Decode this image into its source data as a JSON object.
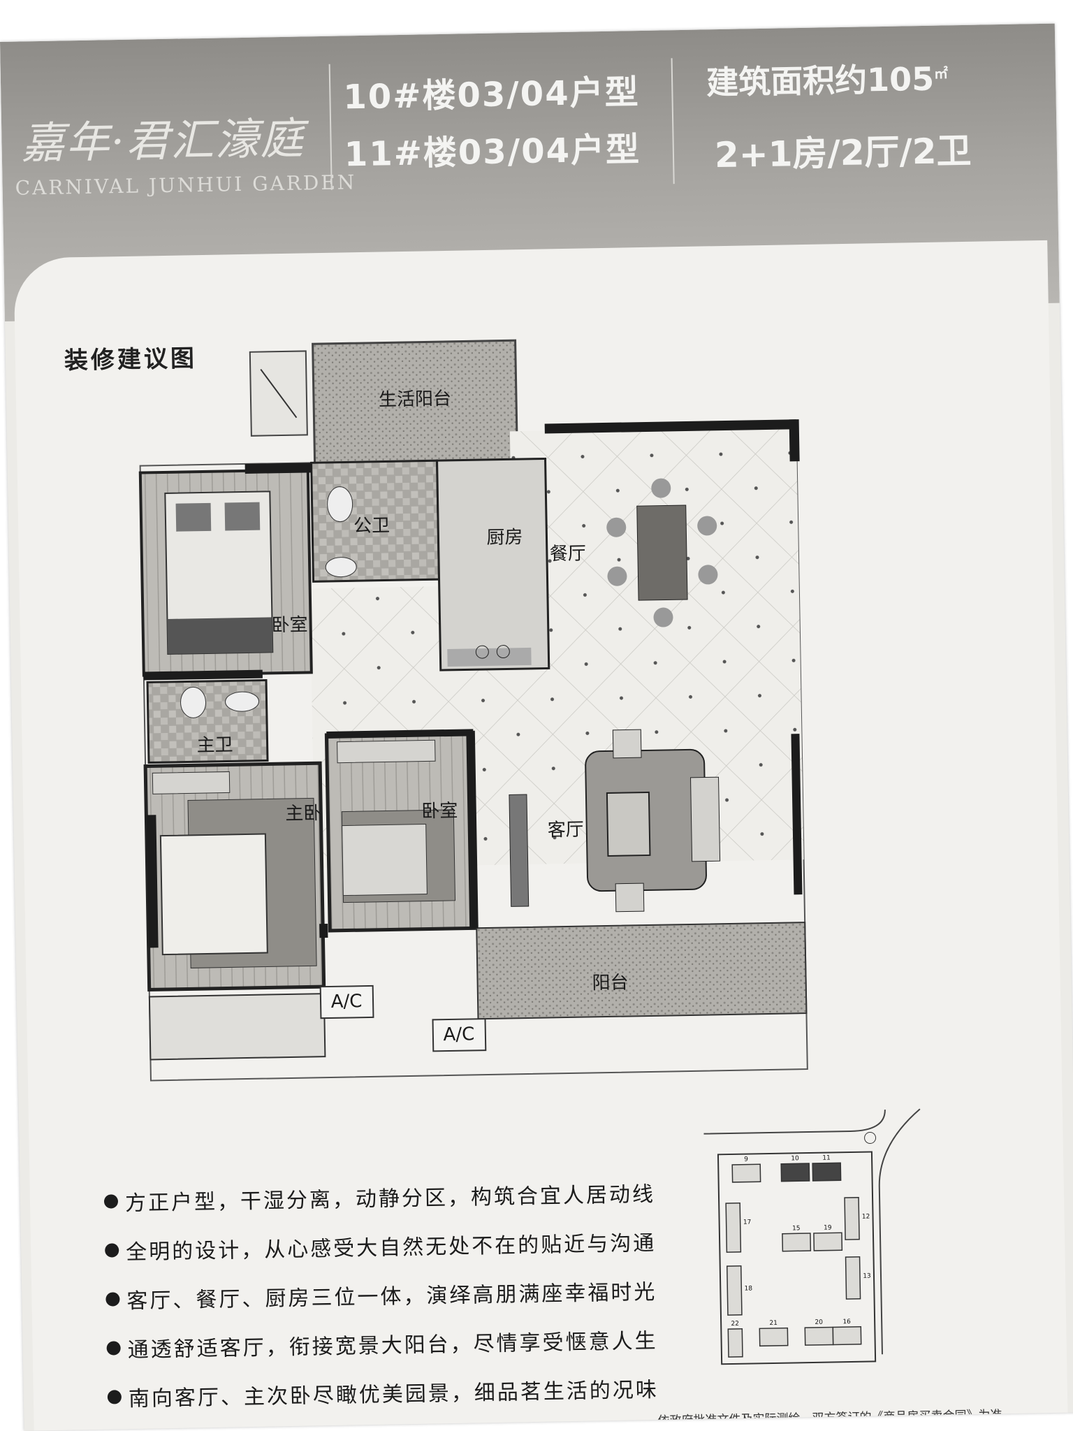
{
  "header": {
    "logo_cn": "嘉年·君汇濠庭",
    "logo_en": "CARNIVAL JUNHUI GARDEN",
    "model_line1": "10#楼03/04户型",
    "model_line2": "11#楼03/04户型",
    "area": "建筑面积约105",
    "area_unit": "㎡",
    "rooms": "2+1房/2厅/2卫"
  },
  "section_title": "装修建议图",
  "rooms": {
    "balcony_service": "生活阳台",
    "public_bath": "公卫",
    "kitchen": "厨房",
    "dining": "餐厅",
    "bedroom_nw": "卧室",
    "master_bath": "主卫",
    "master_bedroom": "主卧",
    "bedroom_center": "卧室",
    "living": "客厅",
    "balcony": "阳台",
    "ac1": "A/C",
    "ac2": "A/C"
  },
  "features": [
    "方正户型，干湿分离，动静分区，构筑合宜人居动线",
    "全明的设计，从心感受大自然无处不在的贴近与沟通",
    "客厅、餐厅、厨房三位一体，演绎高朋满座幸福时光",
    "通透舒适客厅，衔接宽景大阳台，尽情享受惬意人生",
    "南向客厅、主次卧尽瞰优美园景，细品茗生活的况味"
  ],
  "site_plan": {
    "buildings": [
      "9",
      "10",
      "11",
      "17",
      "18",
      "15",
      "12",
      "13",
      "19",
      "22",
      "21",
      "20",
      "16"
    ]
  },
  "footnote": "…依政府批准文件及实际测绘、双方签订的《商品房买卖合同》为准。"
}
